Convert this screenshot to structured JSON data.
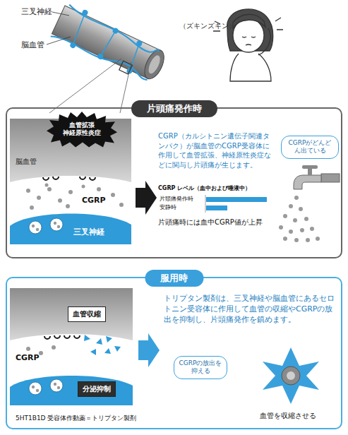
{
  "diagram": {
    "nodes": [
      {
        "text": [
          "片頭痛発作時"
        ]
      },
      {
        "text": [
          "血管拡張 神経原性炎症"
        ],
        "in": 0
      },
      {
        "text": [
          "CGRPがどんどん出ている"
        ],
        "in": 0
      },
      {
        "text": [
          "服用時"
        ]
      },
      {
        "text": [
          "血管収縮"
        ],
        "in": 3
      },
      {
        "text": [
          "分泌抑制"
        ],
        "in": 3
      },
      {
        "text": [
          "CGRPの放出を抑える"
        ],
        "in": 3
      }
    ],
    "labels": [
      "三叉神経",
      "脳血管",
      "（ズキンズキン）",
      "脳血管",
      "CGRP",
      "三叉神経",
      "CGRP（カルシトニン遺伝子関連タンパク）が脳血管のCGRP受容体に作用して血管拡張、神経原性炎症などに関与し片頭痛が生じます。",
      "CGRP レベル（血中および唾液中）",
      "片頭痛発作時",
      "安静時",
      "片頭痛時には血中CGRP値が上昇",
      "CGRP",
      "5HT1B1D 受容体作動薬＝トリプタン製剤",
      "トリプタン製剤は、三叉神経や脳血管にあるセロトニン受容体に作用して血管の収縮やCGRPの放出を抑制し、片頭痛発作を鎮めます。",
      "血管を収縮させる"
    ]
  }
}
